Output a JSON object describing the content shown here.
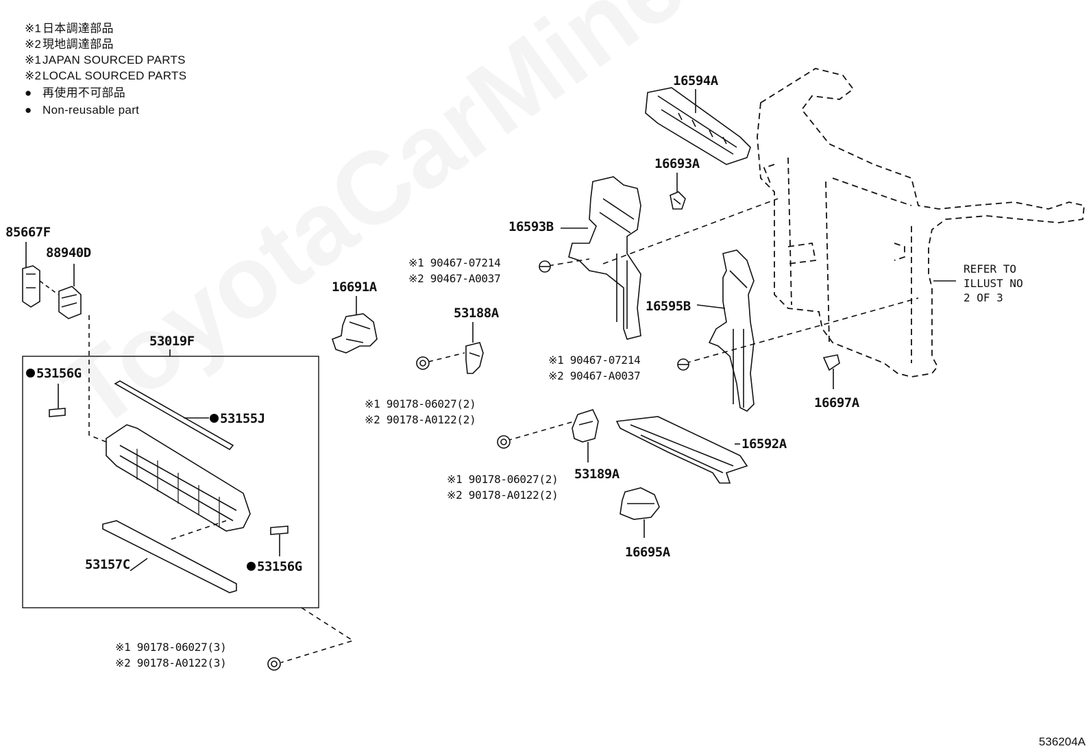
{
  "legend": [
    {
      "mark": "※1",
      "text": "日本調達部品"
    },
    {
      "mark": "※2",
      "text": "現地調達部品"
    },
    {
      "mark": "※1",
      "text": "JAPAN SOURCED PARTS"
    },
    {
      "mark": "※2",
      "text": "LOCAL SOURCED PARTS"
    },
    {
      "mark": "●",
      "text": "再使用不可部品"
    },
    {
      "mark": "●",
      "text": "Non-reusable part"
    }
  ],
  "watermark": "ToyotaCarMine.ru",
  "refer_note": "REFER TO\nILLUST NO\n2 OF 3",
  "diagram_code": "536204A",
  "parts": {
    "p16594A": "16594A",
    "p16693A": "16693A",
    "p16593B": "16593B",
    "p85667F": "85667F",
    "p88940D": "88940D",
    "p16691A": "16691A",
    "p53188A": "53188A",
    "p16595B": "16595B",
    "p53019F": "53019F",
    "p53156G_top": "53156G",
    "p53155J": "53155J",
    "p16697A": "16697A",
    "p16592A": "16592A",
    "p53189A": "53189A",
    "p16695A": "16695A",
    "p53157C": "53157C",
    "p53156G_bottom": "53156G"
  },
  "fasteners": {
    "f1_line1": "※1 90467-07214",
    "f1_line2": "※2 90467-A0037",
    "f2_line1": "※1 90467-07214",
    "f2_line2": "※2 90467-A0037",
    "f3_line1": "※1 90178-06027(2)",
    "f3_line2": "※2 90178-A0122(2)",
    "f4_line1": "※1 90178-06027(2)",
    "f4_line2": "※2 90178-A0122(2)",
    "f5_line1": "※1 90178-06027(3)",
    "f5_line2": "※2 90178-A0122(3)"
  }
}
